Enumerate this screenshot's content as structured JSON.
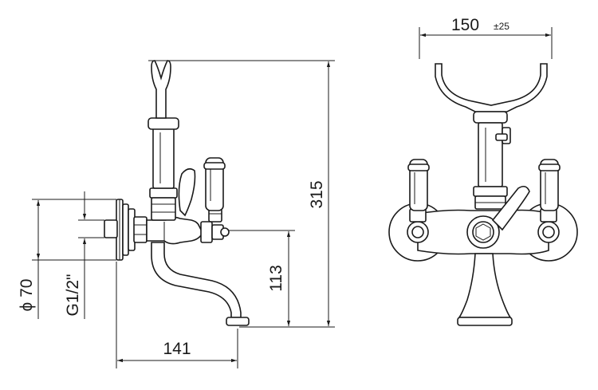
{
  "dimensions": {
    "width_top_value": "150",
    "width_top_tolerance": "±25",
    "height_total": "315",
    "spout_height": "113",
    "spout_reach": "141",
    "flange_diameter": "ϕ 70",
    "thread": "G1/2\""
  }
}
